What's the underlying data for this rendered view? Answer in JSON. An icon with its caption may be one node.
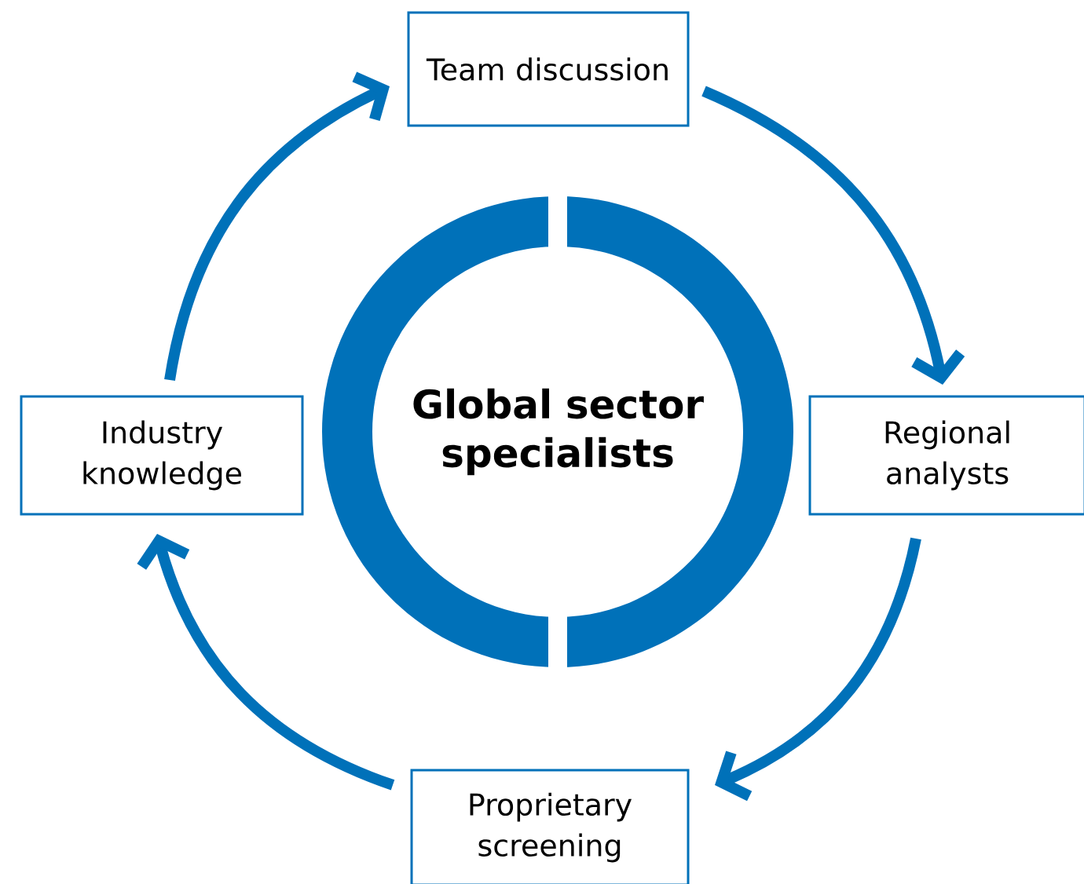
{
  "diagram": {
    "nodes": [
      {
        "text": [
          "Team discussion"
        ]
      },
      {
        "text": [
          "Industry knowledge"
        ]
      },
      {
        "text": [
          "Global sector specialists"
        ]
      },
      {
        "text": [
          "Regional analysts"
        ]
      },
      {
        "text": [
          "Proprietary screening"
        ]
      }
    ],
    "edges": [
      {
        "from": 0,
        "to": 3,
        "arrow": "to"
      },
      {
        "from": 3,
        "to": 4,
        "arrow": "to"
      },
      {
        "from": 4,
        "to": 1,
        "arrow": "to"
      },
      {
        "from": 1,
        "to": 0,
        "arrow": "to"
      }
    ]
  }
}
